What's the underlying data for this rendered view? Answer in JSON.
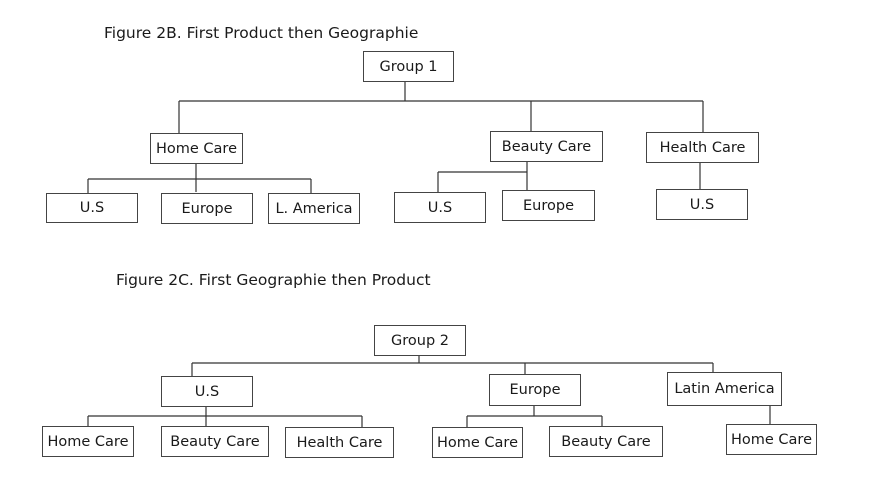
{
  "figure_2b": {
    "caption": "Figure 2B. First Product then Geographie",
    "root": "Group 1",
    "level1": [
      "Home Care",
      "Beauty Care",
      "Health Care"
    ],
    "home_care_children": [
      "U.S",
      "Europe",
      "L. America"
    ],
    "beauty_care_children": [
      "U.S",
      "Europe"
    ],
    "health_care_children": [
      "U.S"
    ]
  },
  "figure_2c": {
    "caption": "Figure 2C. First Geographie then Product",
    "root": "Group 2",
    "level1": [
      "U.S",
      "Europe",
      "Latin America"
    ],
    "us_children": [
      "Home Care",
      "Beauty Care",
      "Health Care"
    ],
    "europe_children": [
      "Home Care",
      "Beauty Care"
    ],
    "latin_america_children": [
      "Home Care"
    ]
  }
}
